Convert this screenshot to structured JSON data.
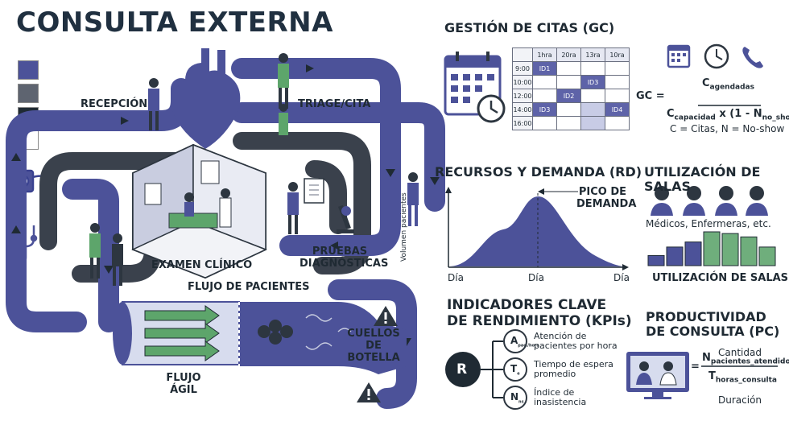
{
  "title": "CONSULTA EXTERNA",
  "colors": {
    "primary": "#4c5299",
    "dark": "#2d3640",
    "grey": "#5e6470",
    "green": "#6fae7c",
    "light": "#e4e7f2"
  },
  "labels": {
    "recepcion": "RECEPCIÓN",
    "triage": "TRIAGE/CITA",
    "examen": "EXAMEN CLÍNICO",
    "pruebas_1": "PRUEBAS",
    "pruebas_2": "DIAGNÓSTICAS",
    "flujo_pacientes": "FLUJO DE PACIENTES",
    "cuellos_1": "CUELLOS DE",
    "cuellos_2": "BOTELLA",
    "flujo_agil_1": "FLUJO",
    "flujo_agil_2": "ÁGIL"
  },
  "gc": {
    "title": "GESTIÓN DE CITAS (GC)",
    "columns": [
      "1hra",
      "20ra",
      "13ra",
      "10ra"
    ],
    "rows": [
      {
        "time": "9:00",
        "cells": [
          "ID1",
          "",
          "",
          ""
        ]
      },
      {
        "time": "10:00",
        "cells": [
          "",
          "",
          "ID3",
          ""
        ]
      },
      {
        "time": "12:00",
        "cells": [
          "",
          "ID2",
          "",
          ""
        ]
      },
      {
        "time": "14:00",
        "cells": [
          "ID3",
          "",
          "",
          "ID4"
        ]
      },
      {
        "time": "16:00",
        "cells": [
          "",
          "",
          "",
          ""
        ]
      }
    ],
    "formula_lhs": "GC =",
    "numerator": "C",
    "numerator_sub": "agendadas",
    "den_c": "C",
    "den_c_sub": "capacidad",
    "den_mid": "x (1 - N",
    "den_n_sub": "no_show",
    "den_end": ")",
    "legend": "C = Citas, N = No-show",
    "icons": [
      "calendar-icon",
      "clock-icon",
      "phone-icon"
    ]
  },
  "rd": {
    "title": "RECURSOS Y DEMANDA (RD)",
    "ylabel": "Volumen pacientes",
    "x_ticks": [
      "Día",
      "Día",
      "Día"
    ],
    "peak_1": "PICO DE",
    "peak_2": "DEMANDA"
  },
  "us": {
    "title": "UTILIZACIÓN DE SALAS",
    "caption": "Médicos, Enfermeras, etc.",
    "bottom": "UTILIZACIÓN DE SALAS",
    "bars": [
      {
        "value": 0.3,
        "color": "#4c5299"
      },
      {
        "value": 0.55,
        "color": "#4c5299"
      },
      {
        "value": 0.7,
        "color": "#4c5299"
      },
      {
        "value": 1.0,
        "color": "#6fae7c"
      },
      {
        "value": 0.95,
        "color": "#6fae7c"
      },
      {
        "value": 0.85,
        "color": "#6fae7c"
      },
      {
        "value": 0.55,
        "color": "#6fae7c"
      }
    ]
  },
  "kpi": {
    "title_1": "INDICADORES CLAVE",
    "title_2": "DE RENDIMIENTO (KPIs)",
    "hub": "R",
    "items": [
      {
        "badge": "A",
        "sub": "pac./hora",
        "line1": "Atención de",
        "line2": "pacientes por hora"
      },
      {
        "badge": "T",
        "sub": "e",
        "line1": "Tiempo de espera",
        "line2": "promedio"
      },
      {
        "badge": "N",
        "sub": "ns",
        "line1": "Índice de",
        "line2": "inasistencia"
      }
    ]
  },
  "pc": {
    "title_1": "PRODUCTIVIDAD",
    "title_2": "DE CONSULTA (PC)",
    "top_word": "Cantidad",
    "lhs": "=",
    "numerator": "N",
    "numerator_sub": "pacientes_atendidos",
    "denominator": "T",
    "denominator_sub": "horas_consulta",
    "bottom_word": "Duración"
  }
}
